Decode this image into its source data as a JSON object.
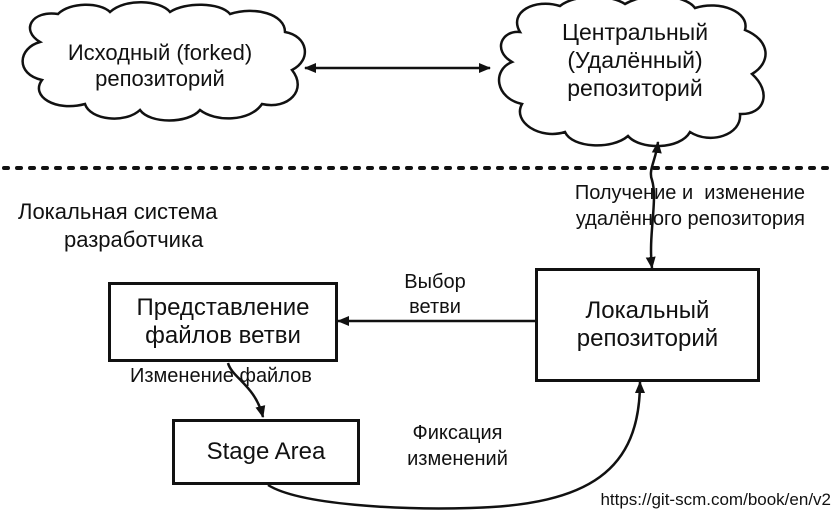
{
  "clouds": {
    "forked": {
      "line1": "Исходный (forked)",
      "line2": "репозиторий"
    },
    "central": {
      "line1": "Центральный",
      "line2": "(Удалённый)",
      "line3": "репозиторий"
    }
  },
  "local_system_label": {
    "line1": "Локальная система",
    "line2": "разработчика"
  },
  "boxes": {
    "branch_view": {
      "line1": "Представление",
      "line2": "файлов ветви"
    },
    "local_repo": {
      "line1": "Локальный",
      "line2": "репозиторий"
    },
    "stage_area": {
      "line1": "Stage Area"
    }
  },
  "edge_labels": {
    "fetch": {
      "line1": "Получение и  изменение",
      "line2": "удалённого репозитория"
    },
    "checkout": {
      "line1": "Выбор",
      "line2": "ветви"
    },
    "edit": "Изменение файлов",
    "commit": {
      "line1": "Фиксация",
      "line2": "изменений"
    }
  },
  "source": "https://git-scm.com/book/en/v2"
}
